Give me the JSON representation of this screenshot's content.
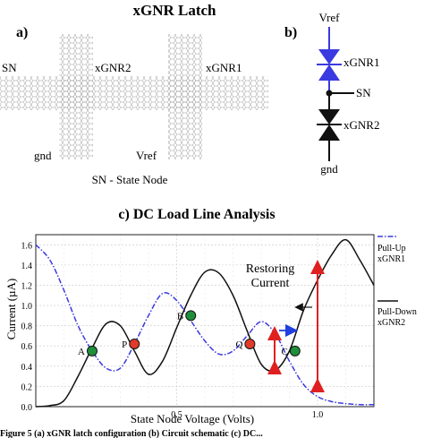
{
  "figure": {
    "top_title": "xGNR Latch",
    "panel_a": {
      "label": "a)",
      "left_terminal": "SN",
      "device_labels": [
        "xGNR2",
        "xGNR1"
      ],
      "bottom_terminals": [
        "gnd",
        "Vref"
      ],
      "caption": "SN - State Node"
    },
    "panel_b": {
      "label": "b)",
      "nodes": [
        "Vref",
        "SN",
        "gnd"
      ],
      "devices": [
        "xGNR1",
        "xGNR2"
      ],
      "colors": {
        "xgnr1": "#3a3ae0",
        "xgnr2": "#111111"
      }
    },
    "panel_c": {
      "title": "c) DC Load Line Analysis",
      "annotation": [
        "Restoring",
        "Current"
      ],
      "point_colors": {
        "stable": "#1f8f3a",
        "unstable": "#e03a2a"
      },
      "arrow_colors": {
        "restoring": "#e02020",
        "direction": "#1f3fe0"
      }
    },
    "caption_fragment": "Figure 5 (a) xGNR latch configuration (b) Circuit schematic (c) DC..."
  },
  "chart_data": {
    "type": "line",
    "title": "c) DC Load Line Analysis",
    "xlabel": "State Node Voltage (Volts)",
    "ylabel": "Current (µA)",
    "xlim": [
      0.0,
      1.2
    ],
    "ylim": [
      0.0,
      1.7
    ],
    "xticks": [
      "0.5",
      "1.0"
    ],
    "yticks": [
      "0.0",
      "0.2",
      "0.4",
      "0.6",
      "0.8",
      "1.0",
      "1.2",
      "1.4",
      "1.6"
    ],
    "grid": true,
    "legend_position": "right",
    "series": [
      {
        "name": "Pull-Up xGNR1",
        "legend_lines": [
          "Pull-Up",
          "xGNR1"
        ],
        "style": "dashdot",
        "color": "#3a3ae0",
        "x": [
          0.0,
          0.05,
          0.1,
          0.15,
          0.2,
          0.25,
          0.3,
          0.35,
          0.4,
          0.45,
          0.5,
          0.55,
          0.6,
          0.65,
          0.7,
          0.75,
          0.8,
          0.85,
          0.9,
          0.95,
          1.0,
          1.05,
          1.1,
          1.15,
          1.2
        ],
        "y": [
          1.6,
          1.45,
          1.15,
          0.8,
          0.55,
          0.38,
          0.38,
          0.62,
          0.9,
          1.12,
          1.05,
          0.85,
          0.65,
          0.52,
          0.55,
          0.7,
          0.84,
          0.72,
          0.45,
          0.22,
          0.1,
          0.05,
          0.03,
          0.02,
          0.02
        ]
      },
      {
        "name": "Pull-Down xGNR2",
        "legend_lines": [
          "Pull-Down",
          "xGNR2"
        ],
        "style": "solid",
        "color": "#111111",
        "x": [
          0.0,
          0.05,
          0.1,
          0.15,
          0.2,
          0.25,
          0.3,
          0.35,
          0.4,
          0.45,
          0.5,
          0.55,
          0.6,
          0.65,
          0.7,
          0.75,
          0.8,
          0.85,
          0.9,
          0.95,
          1.0,
          1.05,
          1.1,
          1.15,
          1.2
        ],
        "y": [
          0.0,
          0.01,
          0.06,
          0.3,
          0.58,
          0.82,
          0.8,
          0.55,
          0.32,
          0.45,
          0.78,
          1.1,
          1.33,
          1.32,
          1.1,
          0.75,
          0.42,
          0.36,
          0.55,
          0.95,
          1.25,
          1.5,
          1.65,
          1.45,
          1.2
        ]
      }
    ],
    "points": [
      {
        "label": "A",
        "x": 0.2,
        "y": 0.55,
        "kind": "stable"
      },
      {
        "label": "P",
        "x": 0.35,
        "y": 0.62,
        "kind": "unstable"
      },
      {
        "label": "B",
        "x": 0.55,
        "y": 0.9,
        "kind": "stable"
      },
      {
        "label": "Q",
        "x": 0.76,
        "y": 0.62,
        "kind": "unstable"
      },
      {
        "label": "C",
        "x": 0.92,
        "y": 0.55,
        "kind": "stable"
      }
    ]
  }
}
